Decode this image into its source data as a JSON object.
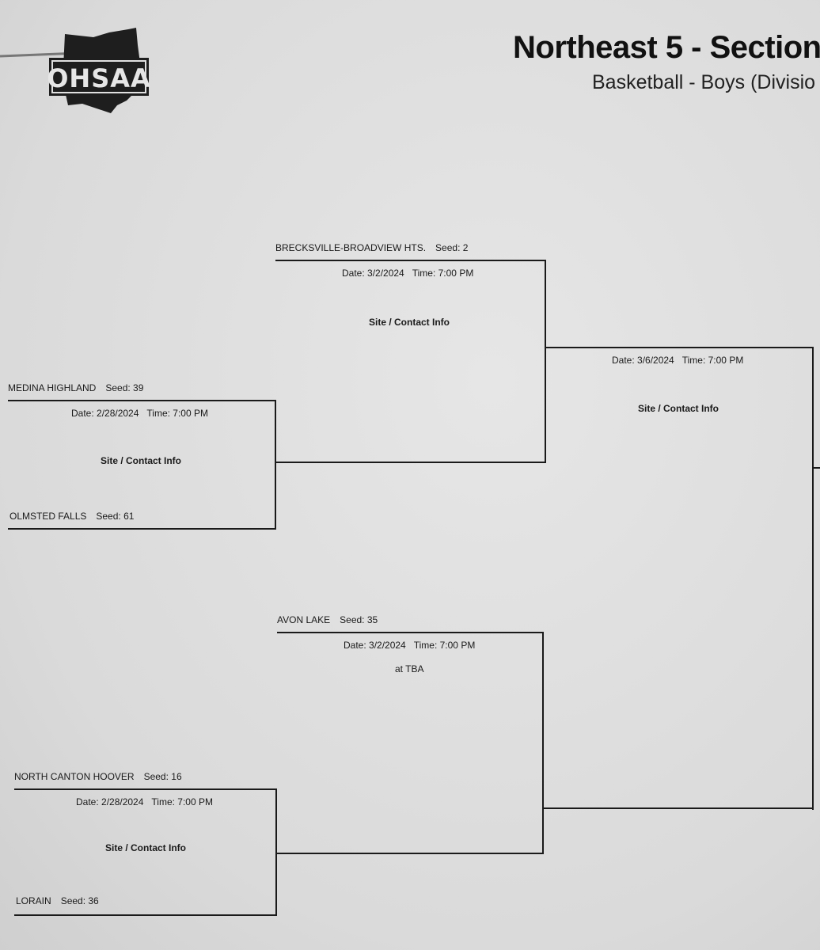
{
  "header": {
    "title": "Northeast 5 - Section",
    "subtitle": "Basketball - Boys (Divisio",
    "logo_text": "OHSAA"
  },
  "games": [
    {
      "team_top": "BRECKSVILLE-BROADVIEW HTS.",
      "seed_top": "Seed: 2",
      "date": "Date: 3/2/2024",
      "time": "Time: 7:00 PM",
      "site": "Site / Contact Info"
    },
    {
      "team_top": "MEDINA HIGHLAND",
      "seed_top": "Seed: 39",
      "date": "Date: 2/28/2024",
      "time": "Time: 7:00 PM",
      "site": "Site / Contact Info",
      "team_bottom": "OLMSTED FALLS",
      "seed_bottom": "Seed: 61"
    },
    {
      "date": "Date: 3/6/2024",
      "time": "Time: 7:00 PM",
      "site": "Site / Contact Info"
    },
    {
      "team_top": "AVON LAKE",
      "seed_top": "Seed: 35",
      "date": "Date: 3/2/2024",
      "time": "Time: 7:00 PM",
      "site": "at TBA"
    },
    {
      "team_top": "NORTH CANTON HOOVER",
      "seed_top": "Seed: 16",
      "date": "Date: 2/28/2024",
      "time": "Time: 7:00 PM",
      "site": "Site / Contact Info",
      "team_bottom": "LORAIN",
      "seed_bottom": "Seed: 36"
    }
  ]
}
